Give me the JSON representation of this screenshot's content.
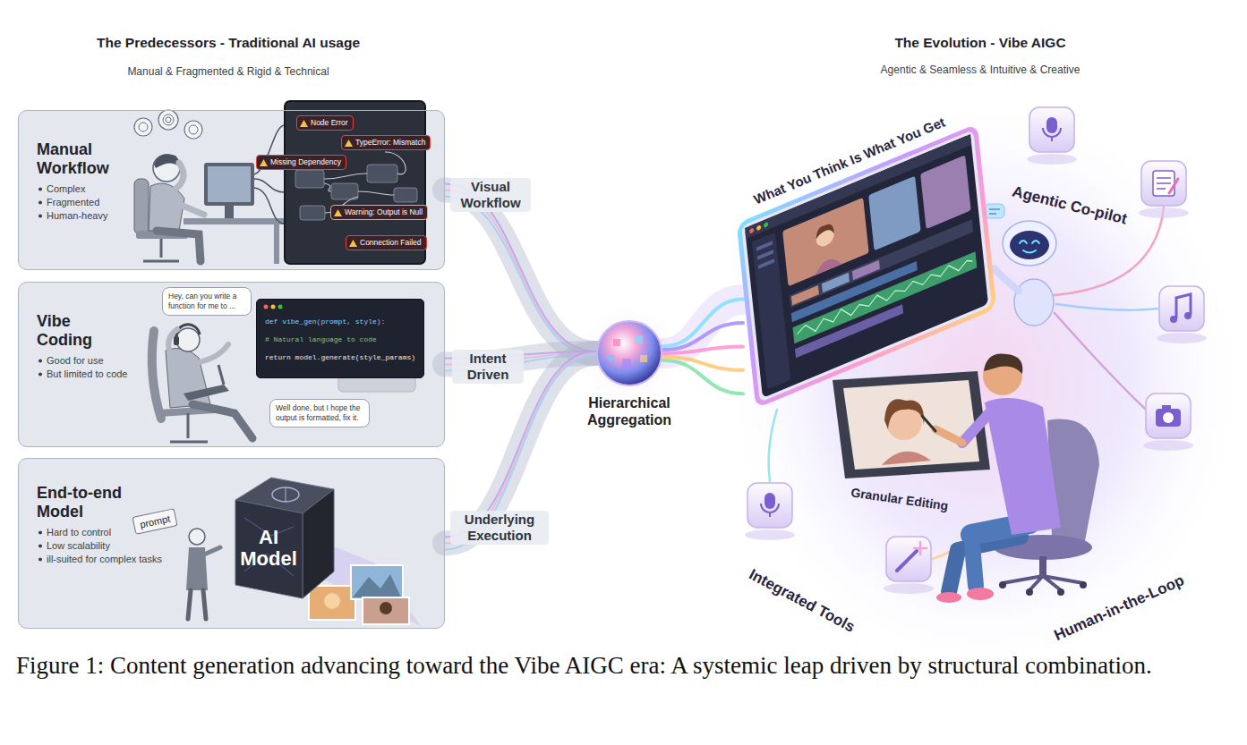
{
  "diagram": {
    "caption": "Figure 1: Content generation advancing toward the Vibe AIGC era: A systemic leap driven by structural combination.",
    "nodes": [
      {
        "text": [
          "Manual Workflow",
          "Complex",
          "Fragmented",
          "Human-heavy"
        ]
      },
      {
        "text": [
          "Node Error"
        ],
        "in": 0
      },
      {
        "text": [
          "TypeError: Mismatch"
        ],
        "in": 0
      },
      {
        "text": [
          "Missing Dependency"
        ],
        "in": 0
      },
      {
        "text": [
          "Warning: Output is Null"
        ],
        "in": 0
      },
      {
        "text": [
          "Connection Failed"
        ],
        "in": 0
      },
      {
        "text": [
          "Vibe Coding",
          "Good for use",
          "But limited to code"
        ]
      },
      {
        "text": [
          "Hey, can you write a function for me to ..."
        ],
        "in": 6
      },
      {
        "text": [
          "def vibe_gen(prompt, style):",
          "# Natural language to code",
          "return model.generate(style_params)"
        ],
        "in": 6
      },
      {
        "text": [
          "Well done, but I hope the output is formatted, fix it."
        ],
        "in": 6
      },
      {
        "text": [
          "End-to-end Model",
          "Hard to control",
          "Low scalability",
          "ill-suited for complex tasks"
        ]
      },
      {
        "text": [
          "prompt"
        ],
        "in": 10
      },
      {
        "text": [
          "AI Model"
        ],
        "in": 10
      },
      {
        "text": [
          "Hierarchical Aggregation"
        ]
      },
      {
        "text": [
          "What You Think Is What You Get"
        ]
      }
    ],
    "edges": [
      {
        "from": 0,
        "to": 13,
        "label": "Visual Workflow",
        "arrow": "none"
      },
      {
        "from": 6,
        "to": 13,
        "label": "Intent Driven",
        "arrow": "none"
      },
      {
        "from": 10,
        "to": 13,
        "label": "Underlying Execution",
        "arrow": "none"
      },
      {
        "from": 13,
        "to": 14,
        "arrow": "none"
      }
    ],
    "labels": [
      "The Predecessors - Traditional AI usage",
      "Manual & Fragmented & Rigid & Technical",
      "The Evolution - Vibe AIGC",
      "Agentic & Seamless & Intuitive & Creative",
      "Agentic Co-pilot",
      "Granular Editing",
      "Integrated Tools",
      "Human-in-the-Loop"
    ]
  }
}
